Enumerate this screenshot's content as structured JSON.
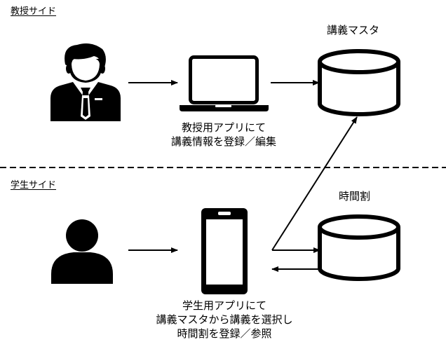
{
  "sections": {
    "teacher": "教授サイド",
    "student": "学生サイド"
  },
  "databases": {
    "course_master": "講義マスタ",
    "timetable": "時間割"
  },
  "captions": {
    "teacher_app": [
      "教授用アプリにて",
      "講義情報を登録／編集"
    ],
    "student_app": [
      "学生用アプリにて",
      "講義マスタから講義を選択し",
      "時間割を登録／参照"
    ]
  },
  "icons": {
    "teacher": "businessman-icon",
    "laptop": "laptop-icon",
    "course_db": "database-icon",
    "student": "person-icon",
    "phone": "smartphone-icon",
    "timetable_db": "database-icon"
  },
  "colors": {
    "stroke": "#000000",
    "background": "#ffffff"
  }
}
